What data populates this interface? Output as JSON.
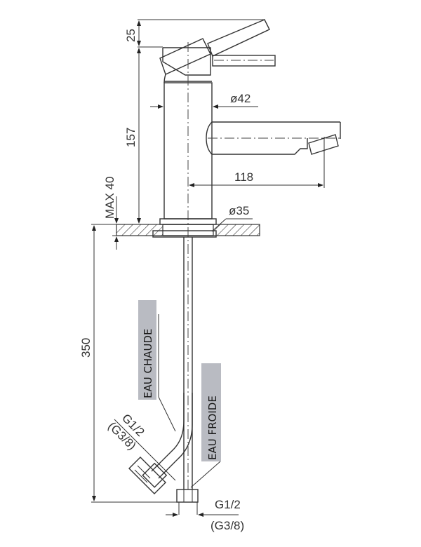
{
  "drawing": {
    "subject": "single-lever basin mixer tap - dimensional drawing",
    "dimensions": {
      "lever_rise": "25",
      "body_height": "157",
      "body_diameter": "ø42",
      "spout_reach": "118",
      "max_deck_thickness": "MAX 40",
      "base_diameter": "ø35",
      "hose_length": "350",
      "hot_thread_main": "G1/2",
      "hot_thread_alt": "(G3/8)",
      "cold_thread_main": "G1/2",
      "cold_thread_alt": "(G3/8)"
    },
    "labels": {
      "hot_water": "EAU CHAUDE",
      "cold_water": "EAU FROIDE"
    },
    "colors": {
      "line": "#333333",
      "label_background": "#b9bbc2",
      "background": "#ffffff"
    }
  }
}
